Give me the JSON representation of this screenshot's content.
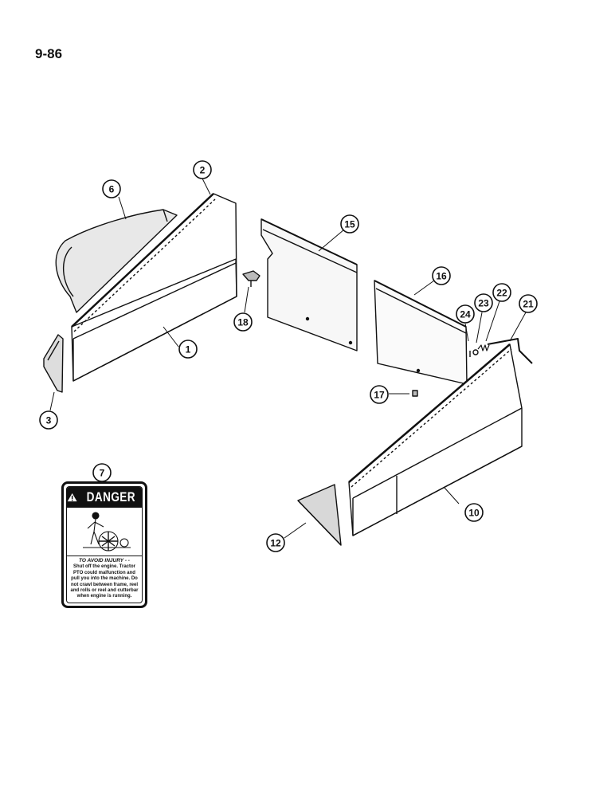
{
  "page": {
    "number": "9-86"
  },
  "callouts": {
    "c1": "1",
    "c2": "2",
    "c3": "3",
    "c6": "6",
    "c7": "7",
    "c10": "10",
    "c12": "12",
    "c15": "15",
    "c16": "16",
    "c17": "17",
    "c18": "18",
    "c21": "21",
    "c22": "22",
    "c23": "23",
    "c24": "24"
  },
  "decal": {
    "header": "DANGER",
    "heading": "TO AVOID INJURY - -",
    "body": "Shut off the engine. Tractor PTO could malfunction and pull you into the machine. Do not crawl between frame, reel and rolls or reel and cutterbar when engine is running."
  },
  "icons": {
    "warning": "warning-triangle-icon"
  }
}
